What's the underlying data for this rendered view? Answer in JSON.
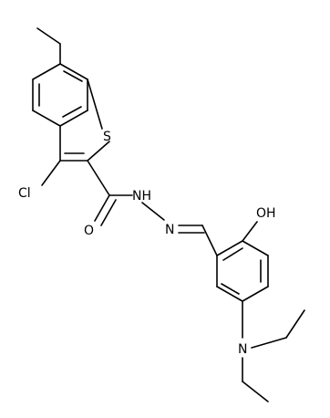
{
  "atoms": {
    "chlorine": "Cl",
    "sulfur": "S",
    "carbonyl_oxygen": "O",
    "amide_nitrogen": "NH",
    "hydrazone_nitrogen": "N",
    "hydroxyl": "OH",
    "amine_nitrogen": "N"
  },
  "colors": {
    "bond": "#000000",
    "label": "#000000",
    "background": "#ffffff"
  }
}
